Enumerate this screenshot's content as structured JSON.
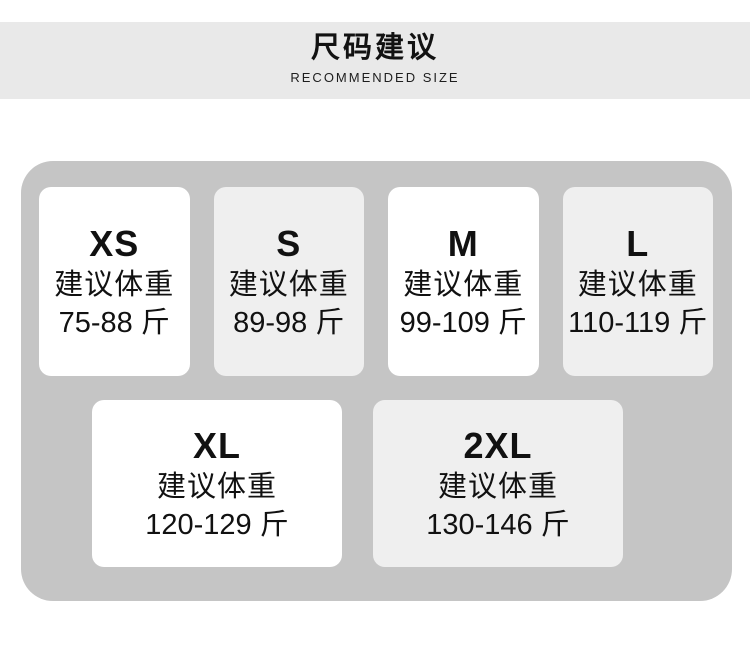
{
  "header": {
    "title": "尺码建议",
    "subtitle": "RECOMMENDED SIZE"
  },
  "panel": {
    "sizes": [
      {
        "size": "XS",
        "label": "建议体重",
        "range": "75-88 斤"
      },
      {
        "size": "S",
        "label": "建议体重",
        "range": "89-98 斤"
      },
      {
        "size": "M",
        "label": "建议体重",
        "range": "99-109 斤"
      },
      {
        "size": "L",
        "label": "建议体重",
        "range": "110-119 斤"
      },
      {
        "size": "XL",
        "label": "建议体重",
        "range": "120-129 斤"
      },
      {
        "size": "2XL",
        "label": "建议体重",
        "range": "130-146 斤"
      }
    ]
  },
  "colors": {
    "band_bg": "#e9e9e9",
    "panel_bg": "#c5c5c5",
    "card_white": "#ffffff",
    "card_light": "#efefef",
    "text": "#111111"
  }
}
